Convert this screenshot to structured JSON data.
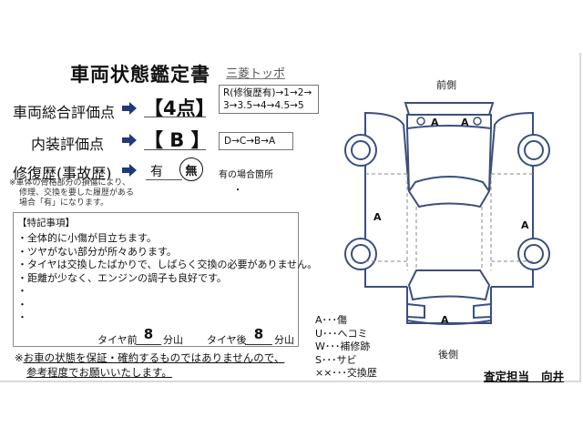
{
  "document": {
    "title": "車両状態鑑定書",
    "model": "三菱トッポ"
  },
  "ratings": {
    "overall": {
      "label": "車両総合評価点",
      "value": "【4点】",
      "scale_line1": "R(修復歴有)→1→2→",
      "scale_line2": "3→3.5→4→4.5→5"
    },
    "interior": {
      "label": "内装評価点",
      "value": "【 B 】",
      "scale": "D→C→B→A"
    },
    "repair_history": {
      "label": "修復歴(事故歴)",
      "option_yes": "有",
      "option_no": "無",
      "selected": "無",
      "location_label": "有の場合箇所",
      "location_value": "・",
      "note_line1": "※車体の骨格部分の損傷により、",
      "note_line2": "修理、交換を要した履歴がある",
      "note_line3": "場合「有」になります。"
    }
  },
  "remarks": {
    "title": "【特記事項】",
    "items": [
      "・全体的に小傷が目立ちます。",
      "・ツヤがない部分が所々あります。",
      "・タイヤは交換したばかりで、しばらく交換の必要がありません。",
      "・距離が少なく、エンジンの調子も良好です。",
      "・",
      "・",
      "・"
    ],
    "tires": {
      "front_label": "タイヤ前",
      "front_value": "8",
      "rear_label": "タイヤ後",
      "rear_value": "8",
      "unit": "分山"
    }
  },
  "disclaimer": {
    "prefix": "※",
    "line1": "お車の状態を保証・確約するものではありませんので、",
    "line2": "参考程度でお願いいたします。"
  },
  "diagram": {
    "front_label": "前側",
    "rear_label": "後側",
    "outline_color": "#3b4f7e",
    "damage_marks": {
      "front_left": "A",
      "front_right": "A",
      "left_side": "A",
      "right_side": "A",
      "rear": "A"
    }
  },
  "legend": [
    "A･･･傷",
    "U･･･へコミ",
    "W･･･補修跡",
    "S･･･サビ",
    "××･･･交換歴"
  ],
  "inspector": {
    "label": "査定担当",
    "name": "向井"
  },
  "colors": {
    "arrow": "#1f3a7a",
    "border": "#d9d9d9"
  }
}
